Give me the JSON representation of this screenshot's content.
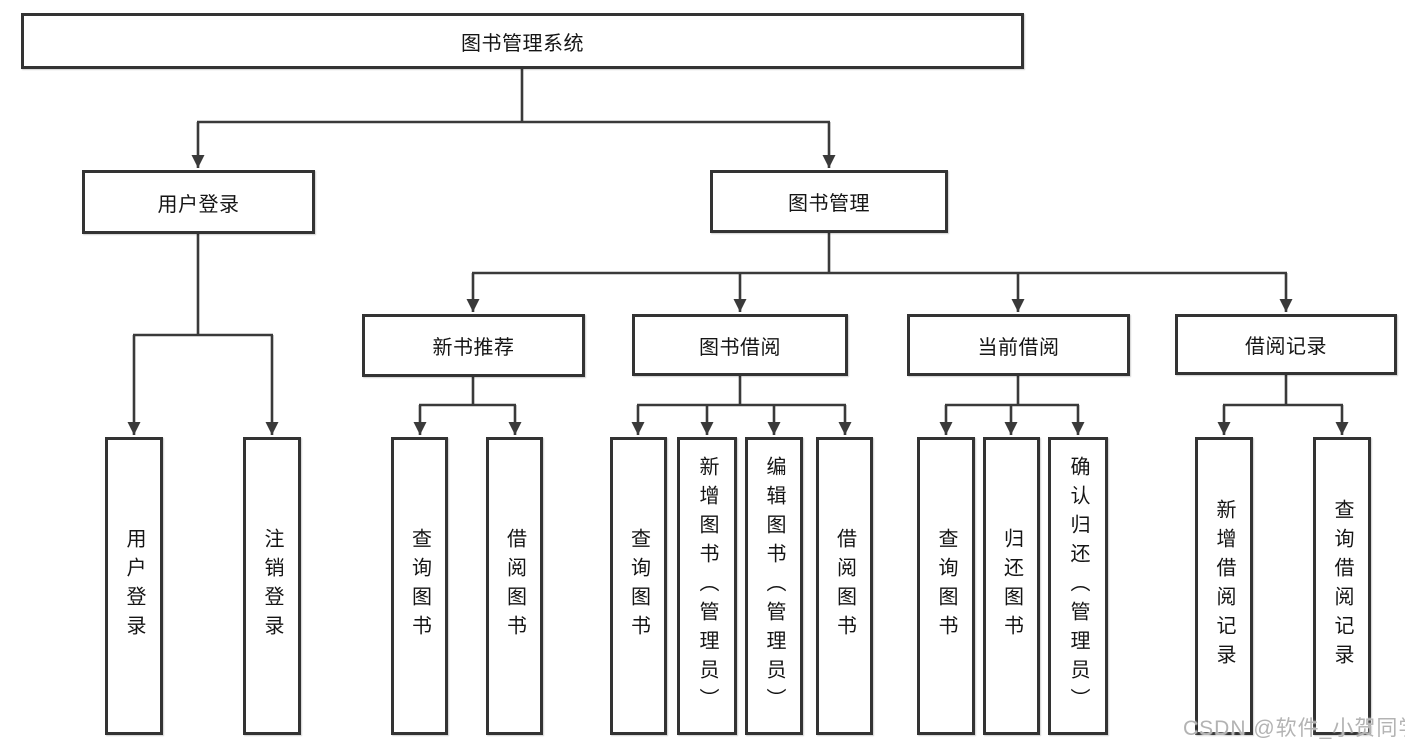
{
  "tree": {
    "label": "图书管理系统",
    "children": [
      {
        "label": "用户登录",
        "children": [
          {
            "label": "用户登录"
          },
          {
            "label": "注销登录"
          }
        ]
      },
      {
        "label": "图书管理",
        "children": [
          {
            "label": "新书推荐",
            "children": [
              {
                "label": "查询图书"
              },
              {
                "label": "借阅图书"
              }
            ]
          },
          {
            "label": "图书借阅",
            "children": [
              {
                "label": "查询图书"
              },
              {
                "label": "新增图书（管理员）"
              },
              {
                "label": "编辑图书（管理员）"
              },
              {
                "label": "借阅图书"
              }
            ]
          },
          {
            "label": "当前借阅",
            "children": [
              {
                "label": "查询图书"
              },
              {
                "label": "归还图书"
              },
              {
                "label": "确认归还（管理员）"
              }
            ]
          },
          {
            "label": "借阅记录",
            "children": [
              {
                "label": "新增借阅记录"
              },
              {
                "label": "查询借阅记录"
              }
            ]
          }
        ]
      }
    ]
  },
  "watermark": {
    "text": "CSDN @软件_小贺同学"
  },
  "colors": {
    "line": "#3a3a3a",
    "box_border": "#333333",
    "box_fill": "#ffffff",
    "text": "#151515",
    "background": "#ffffff",
    "watermark": "#b3b3b3"
  }
}
